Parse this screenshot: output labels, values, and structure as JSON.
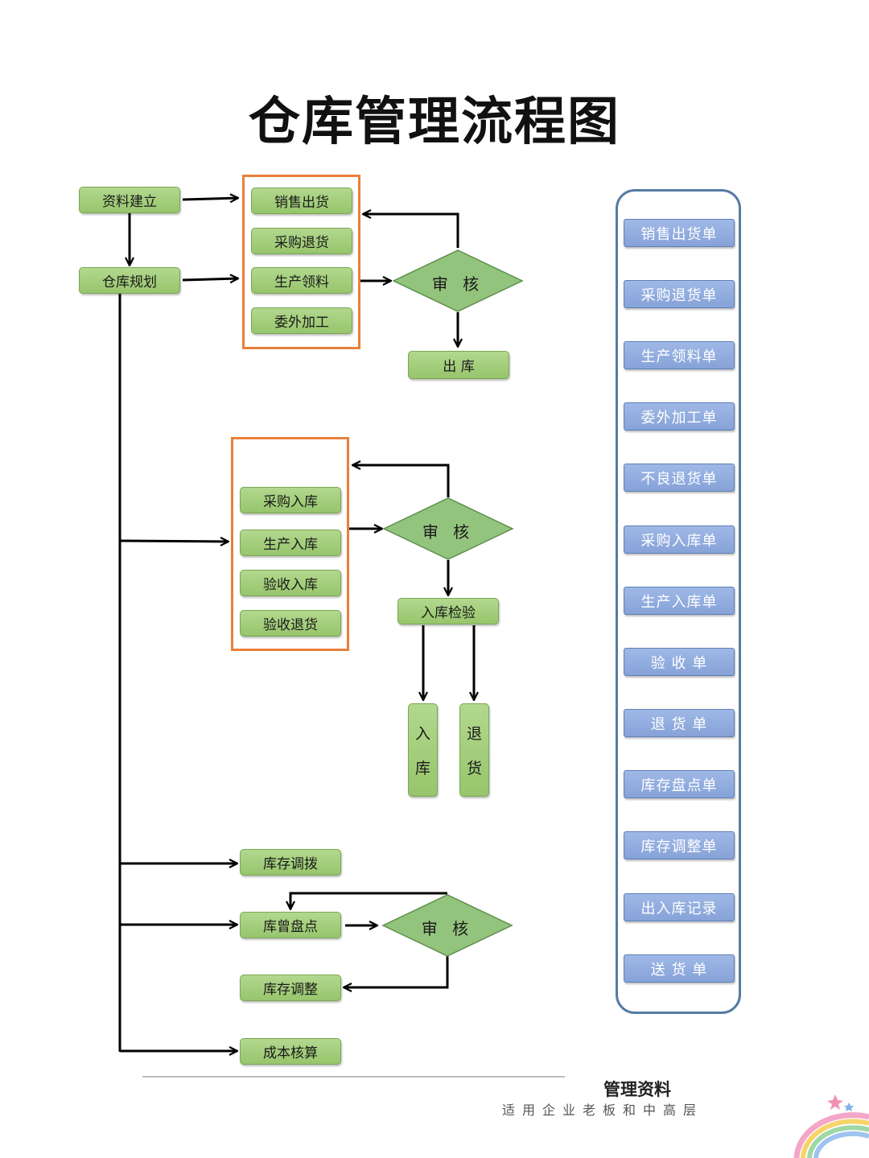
{
  "title": "仓库管理流程图",
  "left_column": {
    "data_setup": "资料建立",
    "warehouse_plan": "仓库规划"
  },
  "outbound": {
    "items": [
      "销售出货",
      "采购退货",
      "生产领料",
      "委外加工"
    ],
    "review": "审 核",
    "result": "出 库"
  },
  "inbound": {
    "items": [
      "采购入库",
      "生产入库",
      "验收入库",
      "验收退货"
    ],
    "review": "审 核",
    "inspection": "入库检验",
    "stock_in": [
      "入",
      "库"
    ],
    "return_goods": [
      "退",
      "货"
    ]
  },
  "inventory": {
    "transfer": "库存调拨",
    "count": "库曾盘点",
    "review": "审 核",
    "adjust": "库存调整",
    "cost": "成本核算"
  },
  "documents": [
    "销售出货单",
    "采购退货单",
    "生产领料单",
    "委外加工单",
    "不良退货单",
    "采购入库单",
    "生产入库单",
    "验 收 单",
    "退 货 单",
    "库存盘点单",
    "库存调整单",
    "出入库记录",
    "送 货 单"
  ],
  "footer": {
    "title": "管理资料",
    "subtitle": "适用企业老板和中高层"
  },
  "colors": {
    "node_green": "#a5cf7c",
    "group_border": "#e8803a",
    "diamond_fill": "#93c47d",
    "doc_blue": "#8ea9db",
    "panel_border": "#557ba3"
  }
}
